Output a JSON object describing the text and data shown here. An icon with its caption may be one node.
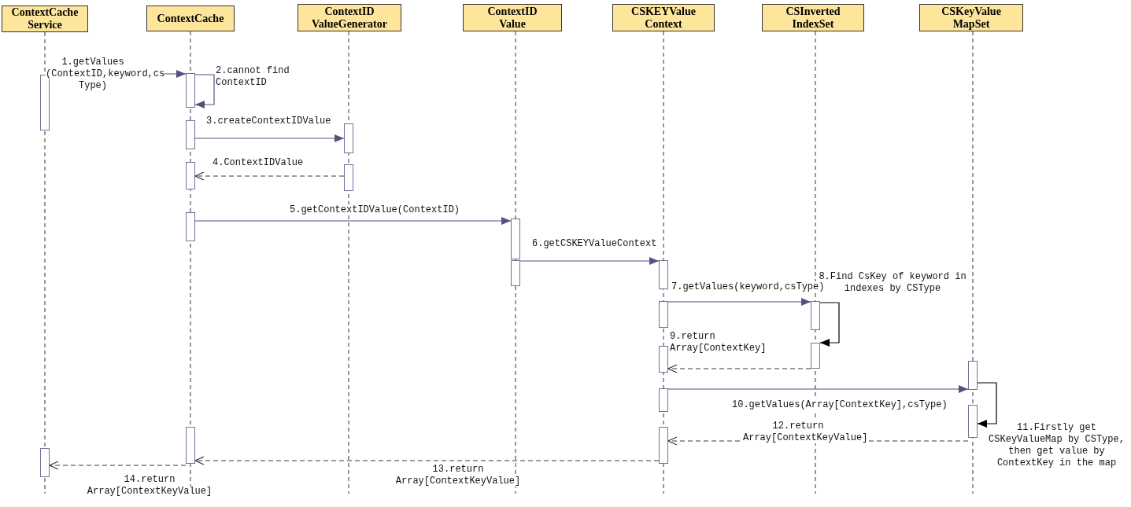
{
  "diagram": {
    "nodes": [
      {
        "text": [
          "ContextCache Service"
        ]
      },
      {
        "text": [
          "ContextCache"
        ]
      },
      {
        "text": [
          "ContextID ValueGenerator"
        ]
      },
      {
        "text": [
          "ContextID Value"
        ]
      },
      {
        "text": [
          "CSKEYValue Context"
        ]
      },
      {
        "text": [
          "CSInverted IndexSet"
        ]
      },
      {
        "text": [
          "CSKeyValue MapSet"
        ]
      },
      {
        "text": [],
        "shape": "bar"
      },
      {
        "text": [],
        "shape": "bar"
      },
      {
        "text": [],
        "shape": "bar"
      },
      {
        "text": [],
        "shape": "bar"
      },
      {
        "text": [],
        "shape": "bar"
      },
      {
        "text": [],
        "shape": "bar"
      },
      {
        "text": [],
        "shape": "bar"
      },
      {
        "text": [],
        "shape": "bar"
      },
      {
        "text": [],
        "shape": "bar"
      },
      {
        "text": [],
        "shape": "bar"
      },
      {
        "text": [],
        "shape": "bar"
      },
      {
        "text": [],
        "shape": "bar"
      },
      {
        "text": [],
        "shape": "bar"
      },
      {
        "text": [],
        "shape": "bar"
      },
      {
        "text": [],
        "shape": "bar"
      },
      {
        "text": [],
        "shape": "bar"
      },
      {
        "text": [],
        "shape": "bar"
      },
      {
        "text": [],
        "shape": "bar"
      },
      {
        "text": [],
        "shape": "bar"
      },
      {
        "text": [],
        "shape": "bar"
      }
    ],
    "edges": [
      {
        "from": 7,
        "to": 8,
        "arrow": "to",
        "label": "1.getValues (ContextID,keyword,cs Type)"
      },
      {
        "from": 8,
        "to": 8,
        "arrow": "to",
        "label": "2.cannot find ContextID"
      },
      {
        "from": 9,
        "to": 10,
        "arrow": "to",
        "label": "3.createContextIDValue"
      },
      {
        "from": 12,
        "to": 11,
        "arrow": "to",
        "label": "4.ContextIDValue",
        "style": "dashed"
      },
      {
        "from": 13,
        "to": 14,
        "arrow": "to",
        "label": "5.getContextIDValue(ContextID)"
      },
      {
        "from": 15,
        "to": 16,
        "arrow": "to",
        "label": "6.getCSKEYValueContext"
      },
      {
        "from": 17,
        "to": 18,
        "arrow": "to",
        "label": "7.getValues(keyword,csType)"
      },
      {
        "from": 18,
        "to": 19,
        "arrow": "to",
        "label": "8.Find CsKey of keyword in indexes by CSType",
        "color": "#000000"
      },
      {
        "from": 19,
        "to": 20,
        "arrow": "to",
        "label": "9.return Array[ContextKey]",
        "style": "dashed"
      },
      {
        "from": 22,
        "to": 21,
        "arrow": "to",
        "label": "10.getValues(Array[ContextKey],csType)"
      },
      {
        "from": 21,
        "to": 23,
        "arrow": "to",
        "label": "11.Firstly get CSKeyValueMap by CSType, then get value by ContextKey in the map",
        "color": "#000000"
      },
      {
        "from": 23,
        "to": 25,
        "arrow": "to",
        "label": "12.return Array[ContextKeyValue]",
        "style": "dashed"
      },
      {
        "from": 25,
        "to": 24,
        "arrow": "to",
        "label": "13.return Array[ContextKeyValue]",
        "style": "dashed"
      },
      {
        "from": 24,
        "to": 26,
        "arrow": "to",
        "label": "14.return Array[ContextKeyValue]",
        "style": "dashed"
      }
    ]
  }
}
